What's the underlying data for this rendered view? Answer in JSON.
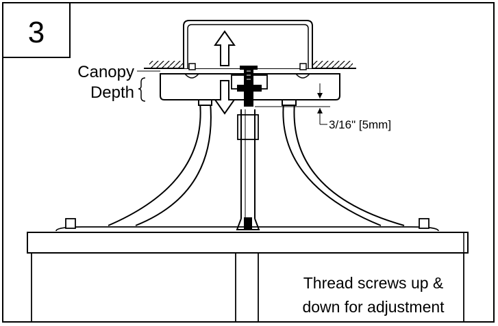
{
  "step_number": "3",
  "labels": {
    "canopy_line1": "Canopy",
    "canopy_line2": "Depth",
    "dimension": "3/16\" [5mm]",
    "note_line1": "Thread screws up &",
    "note_line2": "down for adjustment"
  },
  "colors": {
    "line": "#000000",
    "background": "#ffffff"
  }
}
